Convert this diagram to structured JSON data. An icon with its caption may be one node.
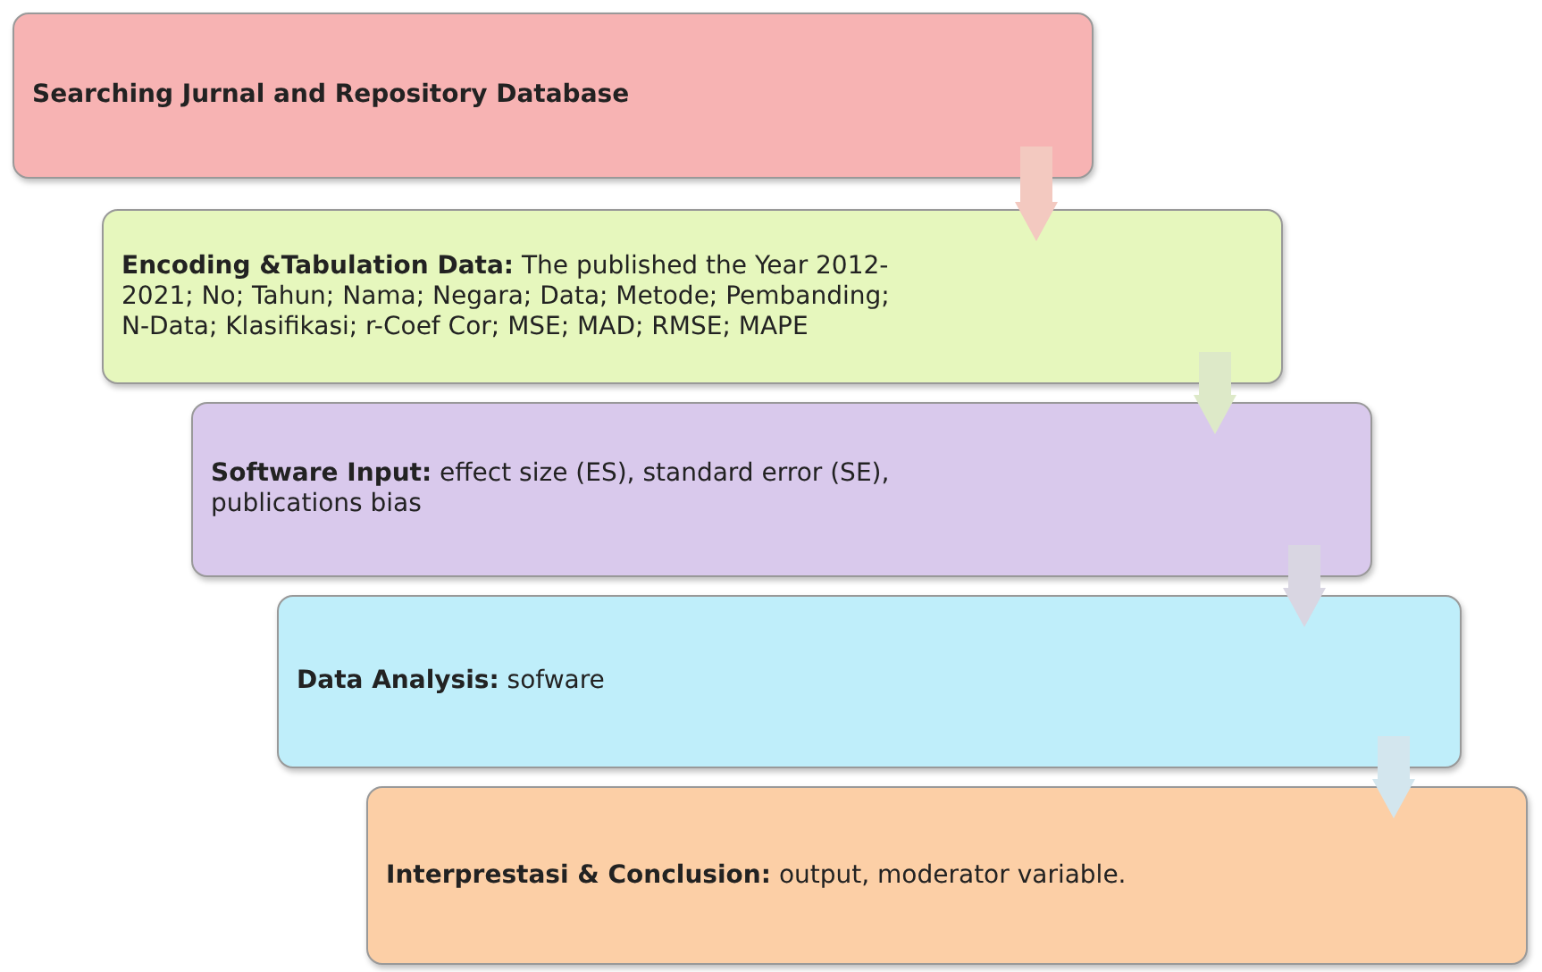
{
  "diagram": {
    "nodes": [
      {
        "text": [
          "**Searching Jurnal and Repository Database**"
        ]
      },
      {
        "text": [
          "**Encoding &Tabulation Data:** The published the Year 2012-2021; No; Tahun; Nama; Negara; Data; Metode; Pembanding; N-Data; Klasifikasi; r-Coef Cor; MSE; MAD; RMSE; MAPE"
        ]
      },
      {
        "text": [
          "**Software Input:** effect size (ES), standard error (SE), publications bias"
        ]
      },
      {
        "text": [
          "**Data Analysis:** sofware"
        ]
      },
      {
        "text": [
          "**Interprestasi & Conclusion:** output, moderator variable."
        ]
      }
    ],
    "edges": [
      {
        "from": 0,
        "to": 1,
        "arrow": "to",
        "color": "#f3c9c0"
      },
      {
        "from": 1,
        "to": 2,
        "arrow": "to",
        "color": "#dde9c8"
      },
      {
        "from": 2,
        "to": 3,
        "arrow": "to",
        "color": "#d9d6e2"
      },
      {
        "from": 3,
        "to": 4,
        "arrow": "to",
        "color": "#d3e6ee"
      }
    ]
  }
}
